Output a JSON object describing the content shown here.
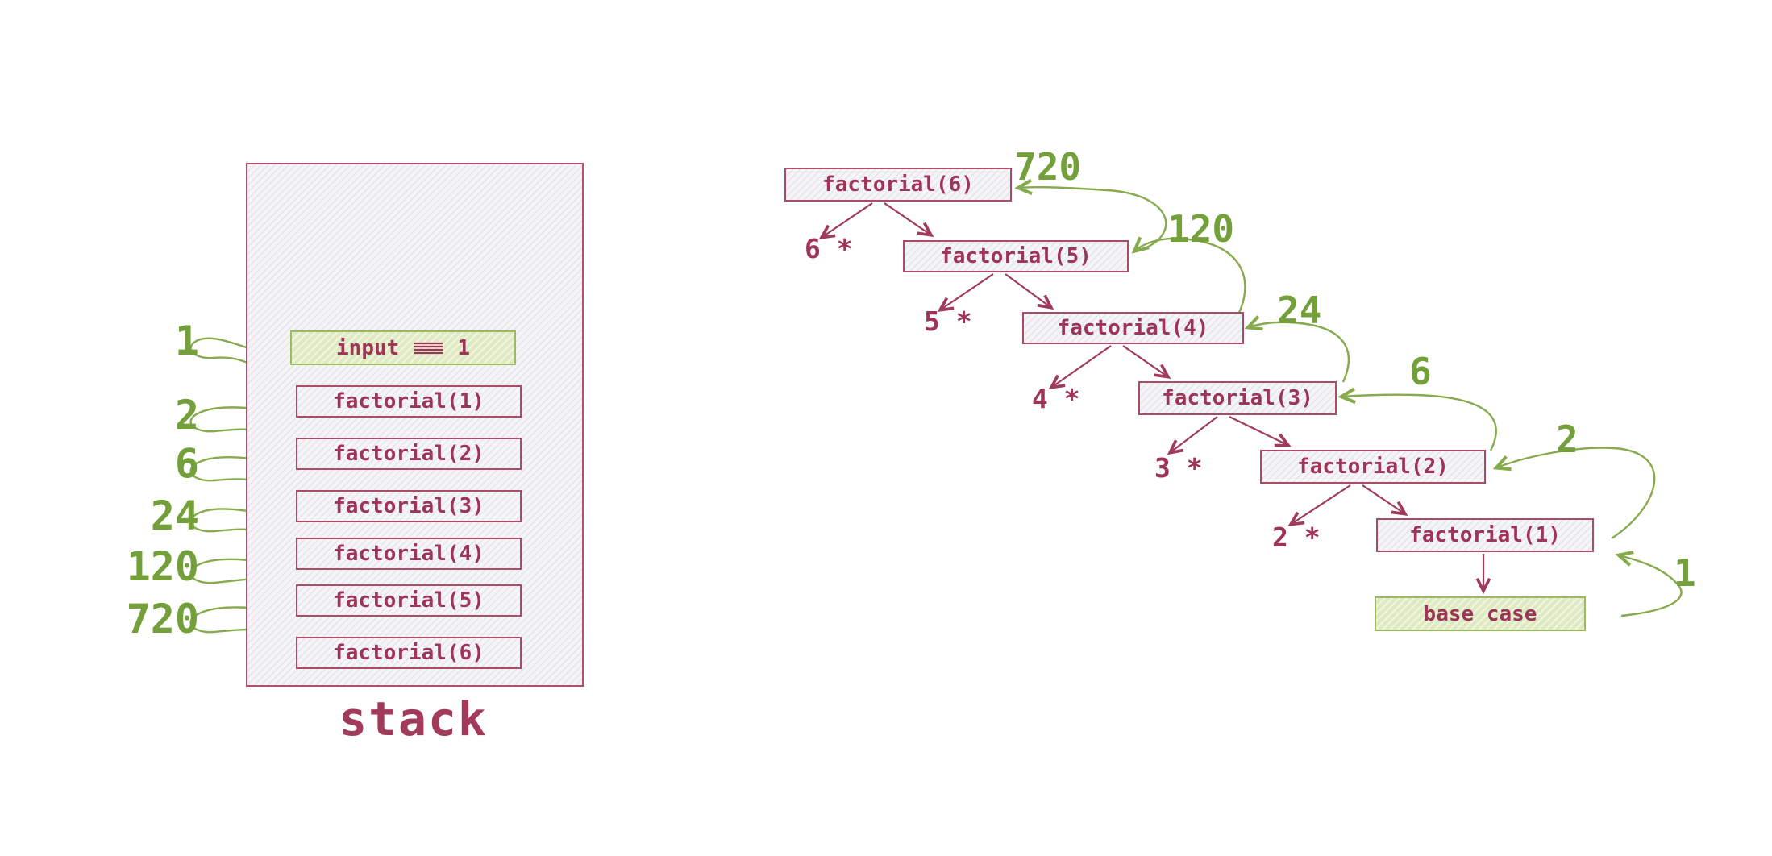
{
  "colors": {
    "maroon_text": "#9e3558",
    "maroon_border": "#ad4a68",
    "green_text": "#74a03a",
    "green_arrow": "#85ab4d",
    "green_box_border": "#9cba5e",
    "green_box_fill": "#dfeac2",
    "gray_box_fill": "#f5f5f8"
  },
  "stack": {
    "title": "stack",
    "input_frame": {
      "label": "input",
      "value": "1"
    },
    "frames": [
      "factorial(1)",
      "factorial(2)",
      "factorial(3)",
      "factorial(4)",
      "factorial(5)",
      "factorial(6)"
    ],
    "return_values": [
      "1",
      "2",
      "6",
      "24",
      "120",
      "720"
    ]
  },
  "tree": {
    "calls": [
      "factorial(6)",
      "factorial(5)",
      "factorial(4)",
      "factorial(3)",
      "factorial(2)",
      "factorial(1)"
    ],
    "base_case": "base case",
    "multipliers": [
      "6 *",
      "5 *",
      "4 *",
      "3 *",
      "2 *"
    ],
    "return_values": [
      "720",
      "120",
      "24",
      "6",
      "2",
      "1"
    ]
  },
  "icons": {
    "equivalence": "quadruple-bar equivalence symbol"
  }
}
